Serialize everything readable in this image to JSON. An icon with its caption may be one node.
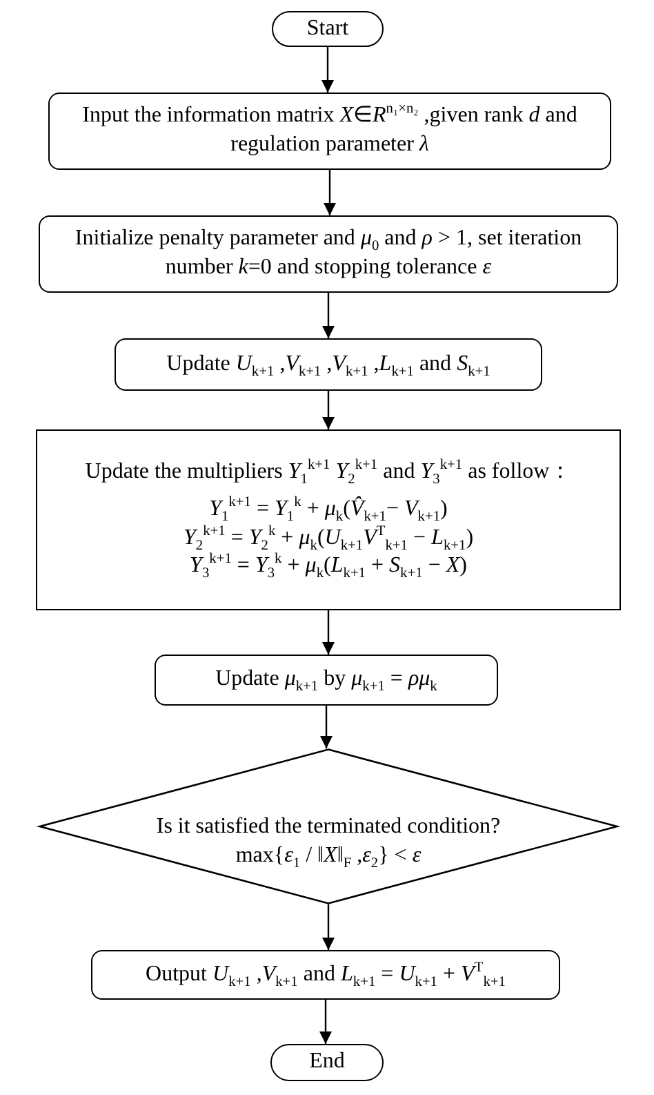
{
  "diagram": {
    "nodes": [
      {
        "text": [
          "Start"
        ]
      },
      {
        "text": [
          "Input the information matrix *X*∈*R*$^{n₁×n₂}$ ,given rank *d* and regulation parameter *λ*"
        ]
      },
      {
        "text": [
          "Initialize penalty parameter and *μ*$_{0}$ and *ρ* > 1, set iteration number *k*=0 and stopping tolerance *ε*"
        ]
      },
      {
        "text": [
          "Update *U*$_{k+1}$ ,*V*$_{k+1}$ ,*V*$_{k+1}$ ,*L*$_{k+1}$ and *S*$_{k+1}$"
        ]
      },
      {
        "text": [
          "Update the multipliers *Y*$_{1}$$^{k+1}$ *Y*$_{2}$$^{k+1}$ and *Y*$_{3}$$^{k+1}$ as follow：",
          "*Y*$_{1}$$^{k+1}$ = *Y*$_{1}$$^{k}$ + *μ*$_{k}$(*V̂*$_{k+1}$− *V*$_{k+1}$)",
          "*Y*$_{2}$$^{k+1}$ = *Y*$_{2}$$^{k}$ + *μ*$_{k}$(*U*$_{k+1}$*V*$^{T}$$_{k+1}$ − *L*$_{k+1}$)",
          "*Y*$_{3}$$^{k+1}$ = *Y*$_{3}$$^{k}$ + *μ*$_{k}$(*L*$_{k+1}$ + *S*$_{k+1}$ − *X*)"
        ]
      },
      {
        "text": [
          "Update *μ*$_{k+1}$ by *μ*$_{k+1}$ = *ρμ*$_{k}$"
        ]
      },
      {
        "text": [
          "Is it satisfied the terminated condition?",
          "max{*ε*$_{1}$ / ‖*X*‖$_{F}$ ,*ε*$_{2}$} < *ε*"
        ]
      },
      {
        "text": [
          "Output *U*$_{k+1}$ ,*V*$_{k+1}$ and *L*$_{k+1}$ = *U*$_{k+1}$ + *V*$^{T}$$_{k+1}$"
        ]
      },
      {
        "text": [
          "End"
        ]
      }
    ],
    "edges": [
      {
        "from": 0,
        "to": 1,
        "arrow": "to"
      },
      {
        "from": 1,
        "to": 2,
        "arrow": "to"
      },
      {
        "from": 2,
        "to": 3,
        "arrow": "to"
      },
      {
        "from": 3,
        "to": 4,
        "arrow": "to"
      },
      {
        "from": 4,
        "to": 5,
        "arrow": "to"
      },
      {
        "from": 5,
        "to": 6,
        "arrow": "to"
      },
      {
        "from": 6,
        "to": 7,
        "arrow": "to"
      },
      {
        "from": 7,
        "to": 8,
        "arrow": "to"
      }
    ]
  }
}
